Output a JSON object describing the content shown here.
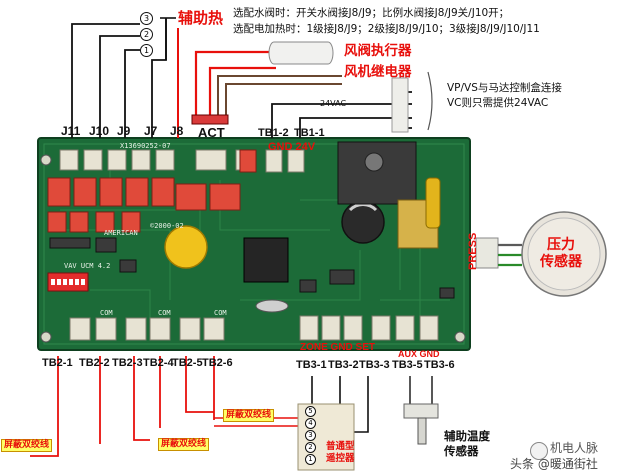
{
  "header": {
    "aux_heat_title": "辅助热",
    "valve_line": "选配水阀时：开关水阀接J8/J9；比例水阀接J8/J9关/J10开；",
    "heater_line": "选配电加热时：1级接J8/J9；2级接J8/J9/J10；3级接J8/J9/J10/J11",
    "damper_actuator": "风阀执行器",
    "fan_relay": "风机继电器",
    "vp_vs_line1": "VP/VS与马达控制盒连接",
    "vp_vs_line2": "VC则只需提供24VAC",
    "vac_24": "24VAC",
    "circle_3": "3",
    "circle_2": "2",
    "circle_1": "1"
  },
  "board_labels": {
    "j11": "J11",
    "j10": "J10",
    "j9": "J9",
    "j7": "J7",
    "j8": "J8",
    "act": "ACT",
    "tb1_2": "TB1-2",
    "tb1_1": "TB1-1",
    "gnd_24v": "GND 24V",
    "press": "PRESS",
    "pressure_sensor": "压力\n传感器",
    "pcb_part": "X13690252-07",
    "pcb_model": "VAV UCM 4.2",
    "pcb_copyright": "©2000-02",
    "pcb_brand": "AMERICAN",
    "com1": "COM",
    "com2": "COM",
    "com3": "COM"
  },
  "bottom_labels": {
    "tb2_1": "TB2-1",
    "tb2_2": "TB2-2",
    "tb2_3": "TB2-3",
    "tb2_4": "TB2-4",
    "tb2_5": "TB2-5",
    "tb2_6": "TB2-6",
    "tb3_1": "TB3-1",
    "tb3_2": "TB3-2",
    "tb3_3": "TB3-3",
    "tb3_5": "TB3-5",
    "tb3_6": "TB3-6",
    "zone_text": "ZONE GND SET",
    "aux_gnd": "AUX GND",
    "shield_twisted_1": "屏蔽双绞线",
    "shield_twisted_2": "屏蔽双绞线",
    "shield_twisted_3": "屏蔽双绞线",
    "remote_panel": "普通型\n遥控器",
    "panel_5": "5",
    "panel_4": "4",
    "panel_3": "3",
    "panel_2": "2",
    "panel_1": "1",
    "aux_temp_sensor": "辅助温度\n传感器"
  },
  "watermark": {
    "text": "头条 @暖通街社",
    "logo_text": "机电人脉"
  },
  "colors": {
    "pcb_green": "#1c6b38",
    "red_wire": "#e8100c",
    "label_red": "#e8100c"
  }
}
